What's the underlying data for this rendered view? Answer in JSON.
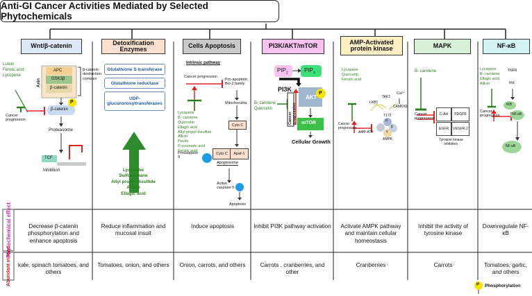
{
  "title": "Anti-GI Cancer Activities Mediated by Selected Phytochemicals",
  "columns": [
    {
      "header": "Wnt/β-catenin",
      "color": "#dce8f6"
    },
    {
      "header": "Detoxification Enzymes",
      "color": "#fbe0cf"
    },
    {
      "header": "Cells Apoptosis",
      "color": "#c9c9c9"
    },
    {
      "header": "PI3K/AKT/mTOR",
      "color": "#f6c2ee"
    },
    {
      "header": "AMP-Activated protein kinase",
      "color": "#fdeec4"
    },
    {
      "header": "MAPK",
      "color": "#d9f0d8"
    },
    {
      "header": "NF-κB",
      "color": "#d4f3f3"
    }
  ],
  "row_labels": {
    "effect": "Phytochemical effect",
    "food": "Abundant in food"
  },
  "effects": [
    "Decrease β-catenin phosphorylation and enhance apoptosis",
    "Reduce inflammation and mucosal insult",
    "Induce apoptosis",
    "Inhibit PI3K pathway activation",
    "Activate AMPK pathway and maintain cellular homeostasis",
    "Inhibit the activity of tyrosine kinase",
    "Downregulate NF-κB"
  ],
  "foods": [
    "kale, spinach tomatoes, and others",
    "Tomatoes, onion, and others",
    "Onion, carrots, and others",
    "Carrots , cranberries, and other",
    "Cranberries",
    "Carrots",
    "Tomatoes, garlic, and others"
  ],
  "wnt": {
    "phyto": "Lutein\nFerulic acid\nLycopene",
    "apc": "APC",
    "gsk": "GSK3β",
    "bcat": "β-catenin",
    "axin": "Axin",
    "complex": "β-catenin\ndestruction\ncomplex",
    "cancer": "Cancer\nprogression",
    "bcat2": "β-catenin",
    "p": "P",
    "proteasome": "Proteasome",
    "tcf": "TCF",
    "inhibition": "Inhibition"
  },
  "detox": {
    "enzymes": [
      "Glutathione S transferase",
      "Glutathione reductase",
      "UDP-glucuronosyltransferases"
    ],
    "phyto": "Lycopene\nSulforaphane\nAllyl propyl disulfide\nAllicin\nEllagic acid"
  },
  "apoptosis": {
    "intrinsic": "Intrinsic pathway",
    "cancer": "Cancer progression",
    "proapop": "Pro-apoptotic\nBcl-2 family",
    "phyto": "Lycopene\nB- carotene\nQuercetin\nEllagic acid\nAllyl propyl-disulfide\nAllicin\nPectin\nP-coumaric acid\nFerulic acid",
    "mito": "Mitochondria",
    "cytoc": "Cyto C",
    "procaspase": "Procaspase\n9",
    "cytoc2": "Cyto C",
    "apaf": "Apaf-1",
    "apoptosome": "Apoptosome",
    "active": "Active\ncaspase 9",
    "apoptosis": "Apoptosis"
  },
  "pi3k": {
    "pip2": "PIP",
    "pip2_sub": "2",
    "pip3": "PIP",
    "pip3_sub": "3",
    "pi3k": "PI3K",
    "akt": "AKT",
    "p": "P",
    "phyto": "B- carotene\nQuercetin",
    "cancer": "Cancer\nprogression",
    "mtor": "mTOR",
    "growth": "Cellular Growth"
  },
  "ampk": {
    "phyto": "Lycopene\nQuercetin\nFerulic acid",
    "ca": "Ca²⁺",
    "lkb1": "LKB1",
    "tak1": "TAK1",
    "camkk": "CAMKKβ",
    "t172": "T172",
    "a": "α",
    "b": "β",
    "g": "γ",
    "ampk": "AMPK",
    "cancer": "Cancer\nprogression",
    "ampatp": "AMP-ATP"
  },
  "mapk": {
    "phyto": "B- carotene",
    "cancer": "Cancer\nprogression",
    "kinases": [
      "C-Abl",
      "PDGFR",
      "EGFR",
      "VEGFR-2"
    ],
    "tki": "Tyrosine kinase\ninhibitors"
  },
  "nfkb": {
    "phyto": "Lycopene\nB- carotene\nEllagic acid\nAllicin",
    "tnfr": "TNFR",
    "ikk": "IKK",
    "ikb": "IKB",
    "nfkb1": "NF-κB",
    "cancer": "Cancer\nprogression",
    "nfkb2": "NF-κB"
  },
  "legend": {
    "p": "P",
    "label": "Phosphorylation"
  }
}
